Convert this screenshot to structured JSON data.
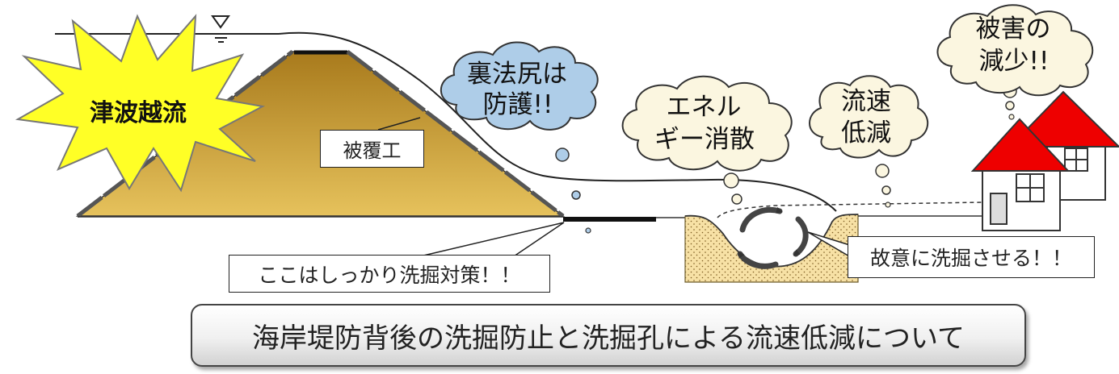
{
  "labels": {
    "tsunami": "津波越流",
    "revetment": "被覆工",
    "protect_line1": "裏法尻は",
    "protect_line2": "防護!!",
    "energy_line1": "エネル",
    "energy_line2": "ギー消散",
    "velocity_line1": "流速",
    "velocity_line2": "低減",
    "damage_line1": "被害の",
    "damage_line2": "減少!!",
    "scour_protection": "ここはしっかり洗掘対策！！",
    "intentional_scour": "故意に洗掘させる！！",
    "caption": "海岸堤防背後の洗掘防止と洗掘孔による流速低減について"
  },
  "colors": {
    "embankment_top": "#a87a1c",
    "embankment_bottom": "#e6c25c",
    "burst_fill": "#ffff26",
    "cloud_blue": "#aecde8",
    "cloud_cream": "#fbf6e0",
    "roof_red": "#ee0000",
    "sand_fill": "#f7e1a5"
  }
}
